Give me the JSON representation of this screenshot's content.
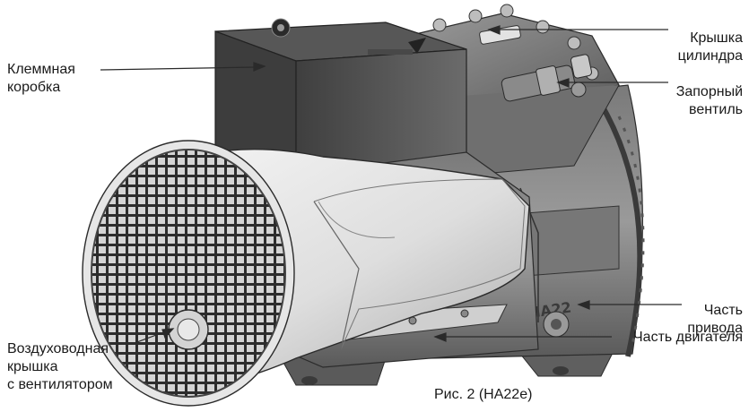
{
  "figure": {
    "caption": "Рис. 2 (HA22e)",
    "model_marking": "HA22",
    "labels": {
      "terminal_box": [
        "Клеммная",
        "коробка"
      ],
      "cylinder_cover": [
        "Крышка",
        "цилиндра"
      ],
      "shutoff_valve": [
        "Запорный",
        "вентиль"
      ],
      "drive_part": [
        "Часть",
        "привода"
      ],
      "motor_part": [
        "Часть двигателя"
      ],
      "air_duct_cover": [
        "Воздуховодная",
        "крышка",
        "с вентилятором"
      ]
    }
  },
  "colors": {
    "leader_line": "#2a2a2a",
    "housing_dark": "#4d4d4d",
    "housing_mid": "#8f8f8f",
    "housing_light": "#d9d9d9",
    "shroud": "#eeeeee"
  }
}
